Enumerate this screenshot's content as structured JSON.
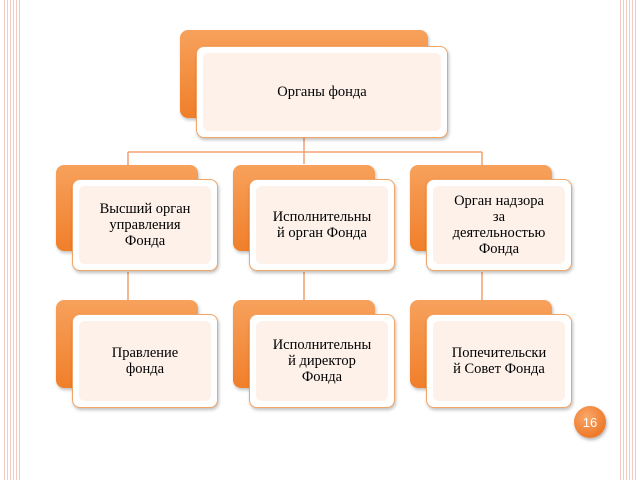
{
  "diagram": {
    "root": {
      "label": "Органы фонда"
    },
    "level1": [
      {
        "label": "Высший орган\nуправления\nФонда"
      },
      {
        "label": "Исполнительны\nй орган Фонда"
      },
      {
        "label": "Орган надзора\nза\nдеятельностью\nФонда"
      }
    ],
    "level2": [
      {
        "label": "Правление\nфонда"
      },
      {
        "label": "Исполнительны\nй директор\nФонда"
      },
      {
        "label": "Попечительски\nй Совет Фонда"
      }
    ]
  },
  "slide": {
    "page_number": "16"
  }
}
